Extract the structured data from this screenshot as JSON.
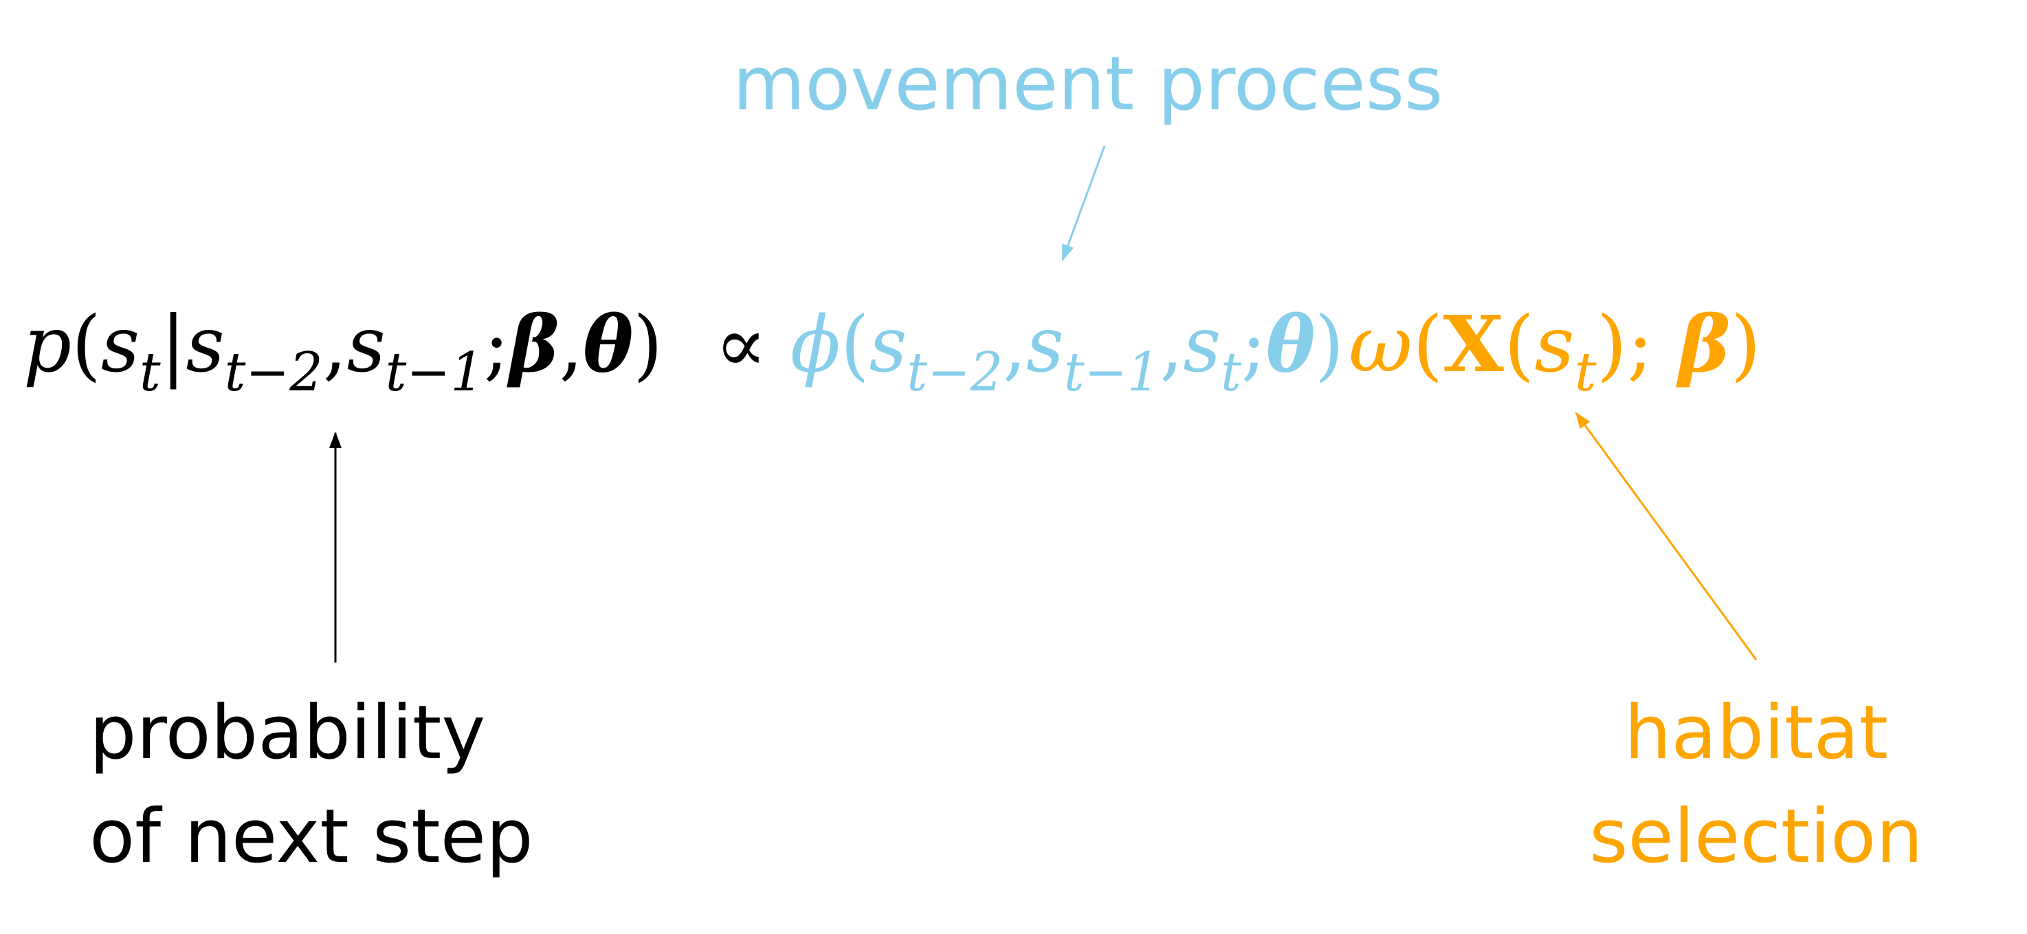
{
  "colors": {
    "text": "#000000",
    "movement": "#87CEEB",
    "habitat": "#FFA500"
  },
  "labels": {
    "movement": "movement process",
    "probability_line1": "probability",
    "probability_line2": "of next step",
    "habitat_line1": "habitat",
    "habitat_line2": "selection"
  },
  "equation": {
    "lhs": [
      {
        "t": "p"
      },
      {
        "t": "(",
        "n": true
      },
      {
        "t": "s"
      },
      {
        "t": "t",
        "sub": true
      },
      {
        "t": "|",
        "n": true
      },
      {
        "t": "s"
      },
      {
        "t": "t−2",
        "sub": true
      },
      {
        "t": ",",
        "n": true
      },
      {
        "t": "s"
      },
      {
        "t": "t−1",
        "sub": true
      },
      {
        "t": ";",
        "n": true
      },
      {
        "t": "β",
        "b": true
      },
      {
        "t": ",",
        "n": true
      },
      {
        "t": "θ",
        "b": true
      },
      {
        "t": ")",
        "n": true
      }
    ],
    "proportional": "∝",
    "movement": [
      {
        "t": "ϕ"
      },
      {
        "t": "(",
        "n": true
      },
      {
        "t": "s"
      },
      {
        "t": "t−2",
        "sub": true
      },
      {
        "t": ",",
        "n": true
      },
      {
        "t": "s"
      },
      {
        "t": "t−1",
        "sub": true
      },
      {
        "t": ",",
        "n": true
      },
      {
        "t": "s"
      },
      {
        "t": "t",
        "sub": true
      },
      {
        "t": ";",
        "n": true
      },
      {
        "t": "θ",
        "b": true
      },
      {
        "t": ")",
        "n": true
      }
    ],
    "habitat": [
      {
        "t": "ω"
      },
      {
        "t": "(",
        "n": true
      },
      {
        "t": "X",
        "b": true,
        "n": true
      },
      {
        "t": "(",
        "n": true
      },
      {
        "t": "s"
      },
      {
        "t": "t",
        "sub": true
      },
      {
        "t": ");",
        "n": true
      },
      {
        "t": " "
      },
      {
        "t": "β",
        "b": true
      },
      {
        "t": ")",
        "n": true
      }
    ]
  }
}
